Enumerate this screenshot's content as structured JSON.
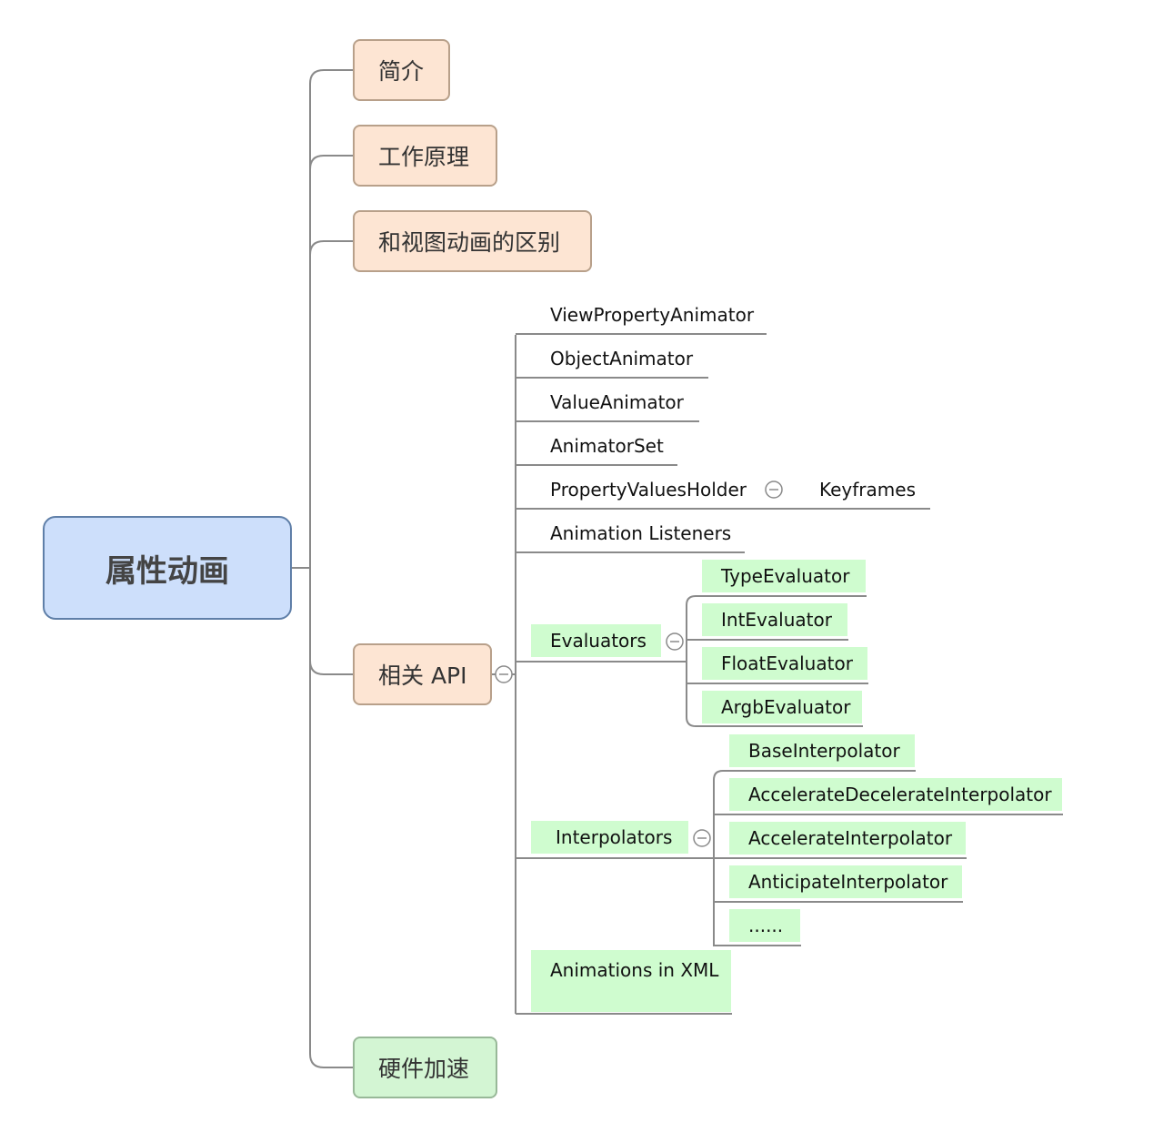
{
  "root": {
    "label": "属性动画"
  },
  "topics": [
    {
      "label": "简介"
    },
    {
      "label": "工作原理"
    },
    {
      "label": "和视图动画的区别"
    },
    {
      "label": "相关 API"
    },
    {
      "label": "硬件加速"
    }
  ],
  "api": {
    "items": [
      {
        "label": "ViewPropertyAnimator"
      },
      {
        "label": "ObjectAnimator"
      },
      {
        "label": "ValueAnimator"
      },
      {
        "label": "AnimatorSet"
      },
      {
        "label": "PropertyValuesHolder"
      },
      {
        "label": "Animation Listeners"
      },
      {
        "label": "Evaluators"
      },
      {
        "label": "Interpolators"
      },
      {
        "label": "Animations in XML"
      }
    ],
    "keyframes": "Keyframes",
    "evaluators": [
      "TypeEvaluator",
      "IntEvaluator",
      "FloatEvaluator",
      "ArgbEvaluator"
    ],
    "interpolators": [
      "BaseInterpolator",
      "AccelerateDecelerateInterpolator",
      "AccelerateInterpolator",
      "AnticipateInterpolator",
      "......"
    ]
  },
  "colors": {
    "root_fill": "#cddffb",
    "topic_fill": "#fde5d3",
    "topic_green_fill": "#d3f5d3",
    "highlight_fill": "#cffccf",
    "line": "#888888"
  }
}
